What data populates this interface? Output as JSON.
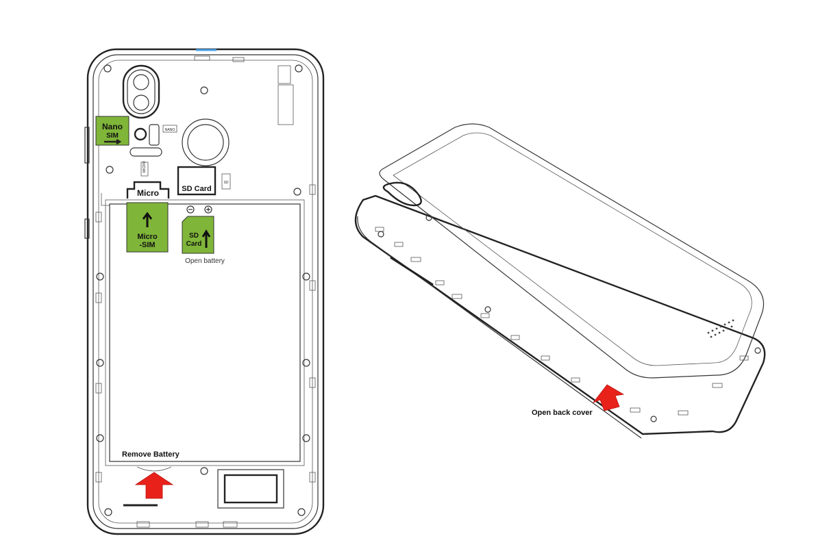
{
  "labels": {
    "nano_sim": [
      "Nano",
      "SIM"
    ],
    "micro_slot": "Micro",
    "sd_slot": "SD Card",
    "micro_sim_card": [
      "Micro",
      "-SIM"
    ],
    "sd_card": [
      "SD",
      "Card"
    ],
    "open_battery": "Open battery",
    "remove_battery": "Remove Battery",
    "open_back_cover": "Open back cover",
    "nano_tiny": "NANO",
    "micro_tiny": "MICRO",
    "sd_tiny": "SD"
  },
  "colors": {
    "sim_green": "#7fb539",
    "arrow_red": "#e8221b",
    "line": "#333333"
  },
  "icons": {
    "battery_minus": "minus-terminal-icon",
    "battery_plus": "plus-terminal-icon"
  }
}
